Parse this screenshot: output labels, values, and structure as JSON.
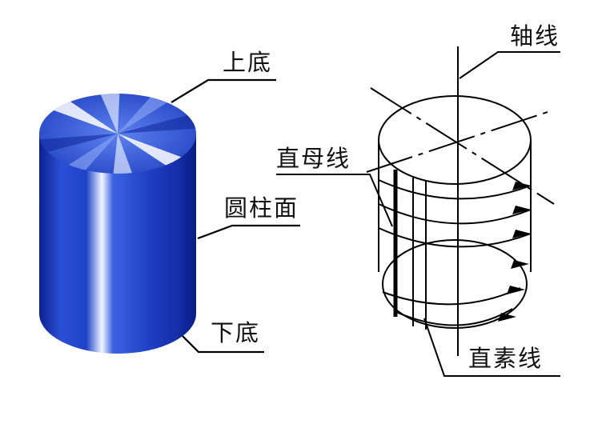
{
  "labels": {
    "top_base": "上底",
    "cylindrical_surface": "圆柱面",
    "bottom_base": "下底",
    "axis": "轴线",
    "generatrix": "直母线",
    "element_line": "直素线"
  },
  "colors": {
    "cylinder_dark": "#0a1f8a",
    "cylinder_mid": "#1e46d2",
    "cylinder_highlight": "#ffffff",
    "line": "#000000"
  }
}
